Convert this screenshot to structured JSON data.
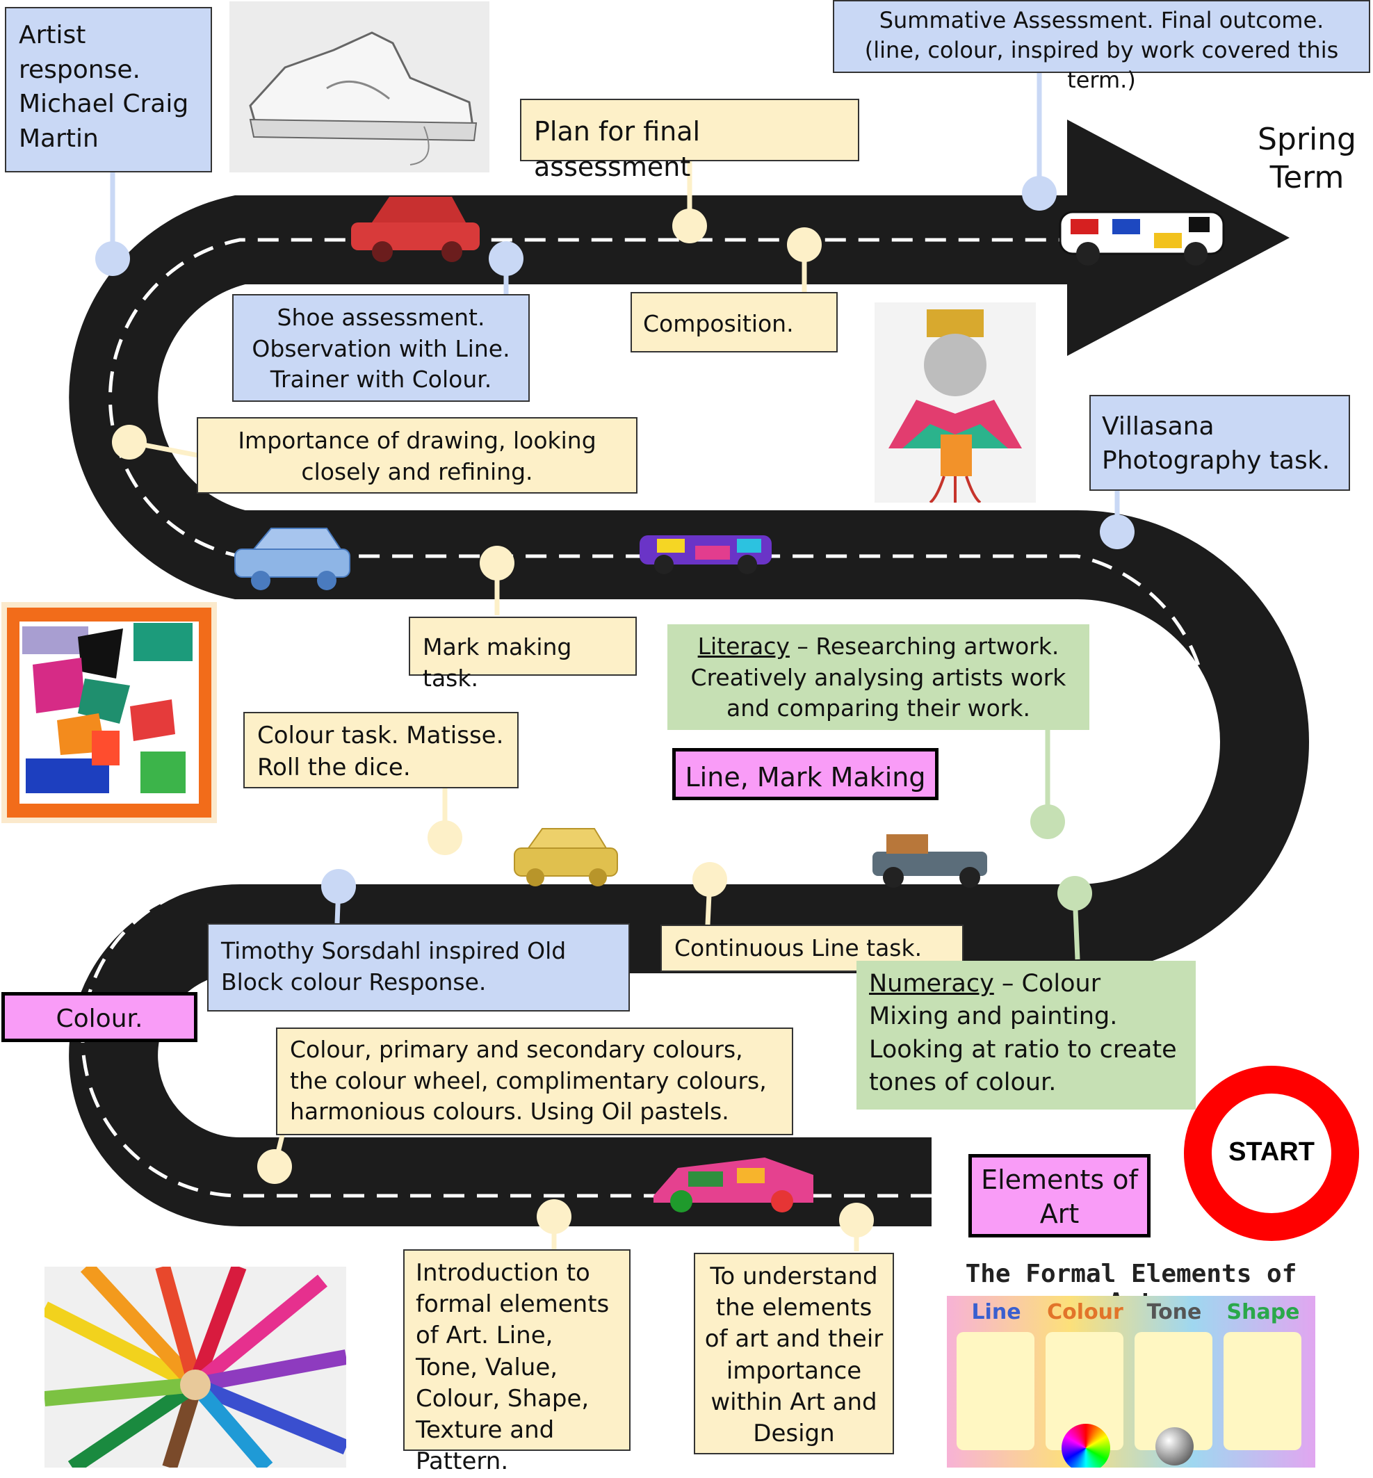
{
  "term_label": {
    "line1": "Spring",
    "line2": "Term"
  },
  "start_label": "START",
  "headings": {
    "elements": "Elements of Art",
    "colour": "Colour.",
    "line_mark": "Line, Mark Making"
  },
  "boxes": {
    "summative": "Summative Assessment. Final outcome. (line, colour, inspired by work covered this term.)",
    "artist_response": "Artist response. Michael Craig Martin",
    "plan_final": "Plan for final assessment",
    "shoe_assessment": "Shoe assessment. Observation with Line. Trainer with Colour.",
    "composition": "Composition.",
    "importance_drawing": "Importance of drawing, looking closely and refining.",
    "villasana": "Villasana Photography task.",
    "mark_making": "Mark making task.",
    "literacy_label": "Literacy",
    "literacy_text": " – Researching artwork. Creatively analysing artists work and comparing their work.",
    "colour_task": "Colour task. Matisse. Roll the dice.",
    "timothy": "Timothy Sorsdahl inspired Old Block colour Response.",
    "continuous_line": "Continuous Line task.",
    "numeracy_label": "Numeracy",
    "numeracy_text": " – Colour Mixing and painting. Looking at ratio to create tones of colour.",
    "colour_primary": "Colour, primary and secondary colours, the colour wheel, complimentary colours, harmonious colours. Using Oil pastels.",
    "intro_formal": "Introduction to formal elements of Art. Line, Tone, Value, Colour, Shape, Texture and Pattern.",
    "understand_elements": "To understand the elements of art and their importance within Art and Design"
  },
  "poster": {
    "title": "The Formal Elements of Art",
    "columns": [
      "Line",
      "Colour",
      "Tone",
      "Shape"
    ]
  },
  "colors": {
    "road": "#1c1c1c",
    "blue_box": "#c9d8f5",
    "yellow_box": "#fdf0c8",
    "green_box": "#c6e0b4",
    "pink_box": "#f99cf7",
    "start_ring": "#ff0000"
  }
}
